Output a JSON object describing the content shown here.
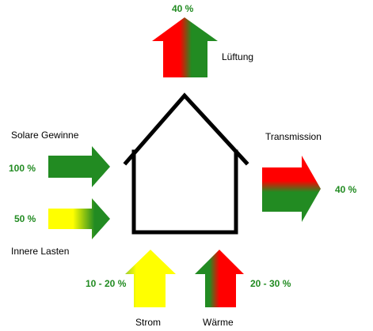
{
  "labels": {
    "lueftung": "Lüftung",
    "transmission": "Transmission",
    "solare_gewinne": "Solare Gewinne",
    "innere_lasten": "Innere Lasten",
    "strom": "Strom",
    "waerme": "Wärme"
  },
  "percentages": {
    "lueftung": "40 %",
    "transmission": "40 %",
    "solare_gewinne": "100 %",
    "innere_lasten": "50 %",
    "strom": "10 - 20 %",
    "waerme": "20 - 30 %"
  },
  "colors": {
    "green": "#228B22",
    "red": "#FF0000",
    "yellow": "#FFFF00",
    "percent_text": "#228B22",
    "house_outline": "#000000"
  }
}
